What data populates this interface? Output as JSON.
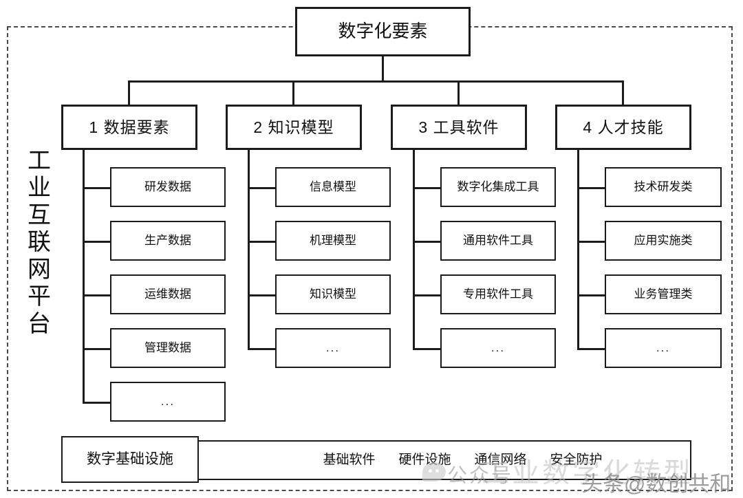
{
  "diagram": {
    "title_box": "数字化要素",
    "platform_label": "工业互联网平台",
    "platform_label_chars": [
      "工",
      "业",
      "互",
      "联",
      "网",
      "平",
      "台"
    ],
    "categories": [
      {
        "label": "1 数据要素",
        "children": [
          "研发数据",
          "生产数据",
          "运维数据",
          "管理数据",
          "..."
        ]
      },
      {
        "label": "2 知识模型",
        "children": [
          "信息模型",
          "机理模型",
          "知识模型",
          "..."
        ]
      },
      {
        "label": "3 工具软件",
        "children": [
          "数字化集成工具",
          "通用软件工具",
          "专用软件工具",
          "..."
        ]
      },
      {
        "label": "4 人才技能",
        "children": [
          "技术研发类",
          "应用实施类",
          "业务管理类",
          "..."
        ]
      }
    ],
    "infrastructure": {
      "label": "数字基础设施",
      "items": [
        "基础软件",
        "硬件设施",
        "通信网络",
        "安全防护"
      ]
    },
    "watermarks": {
      "wechat_label": "公众号",
      "toutiao_label": "头条@数创共和",
      "ghost_text": "工业数字化转型"
    },
    "colors": {
      "stroke": "#1b1b1b",
      "dashed_border": "#4a4a4a",
      "background": "#ffffff",
      "watermark": "#9a9a9a"
    }
  }
}
